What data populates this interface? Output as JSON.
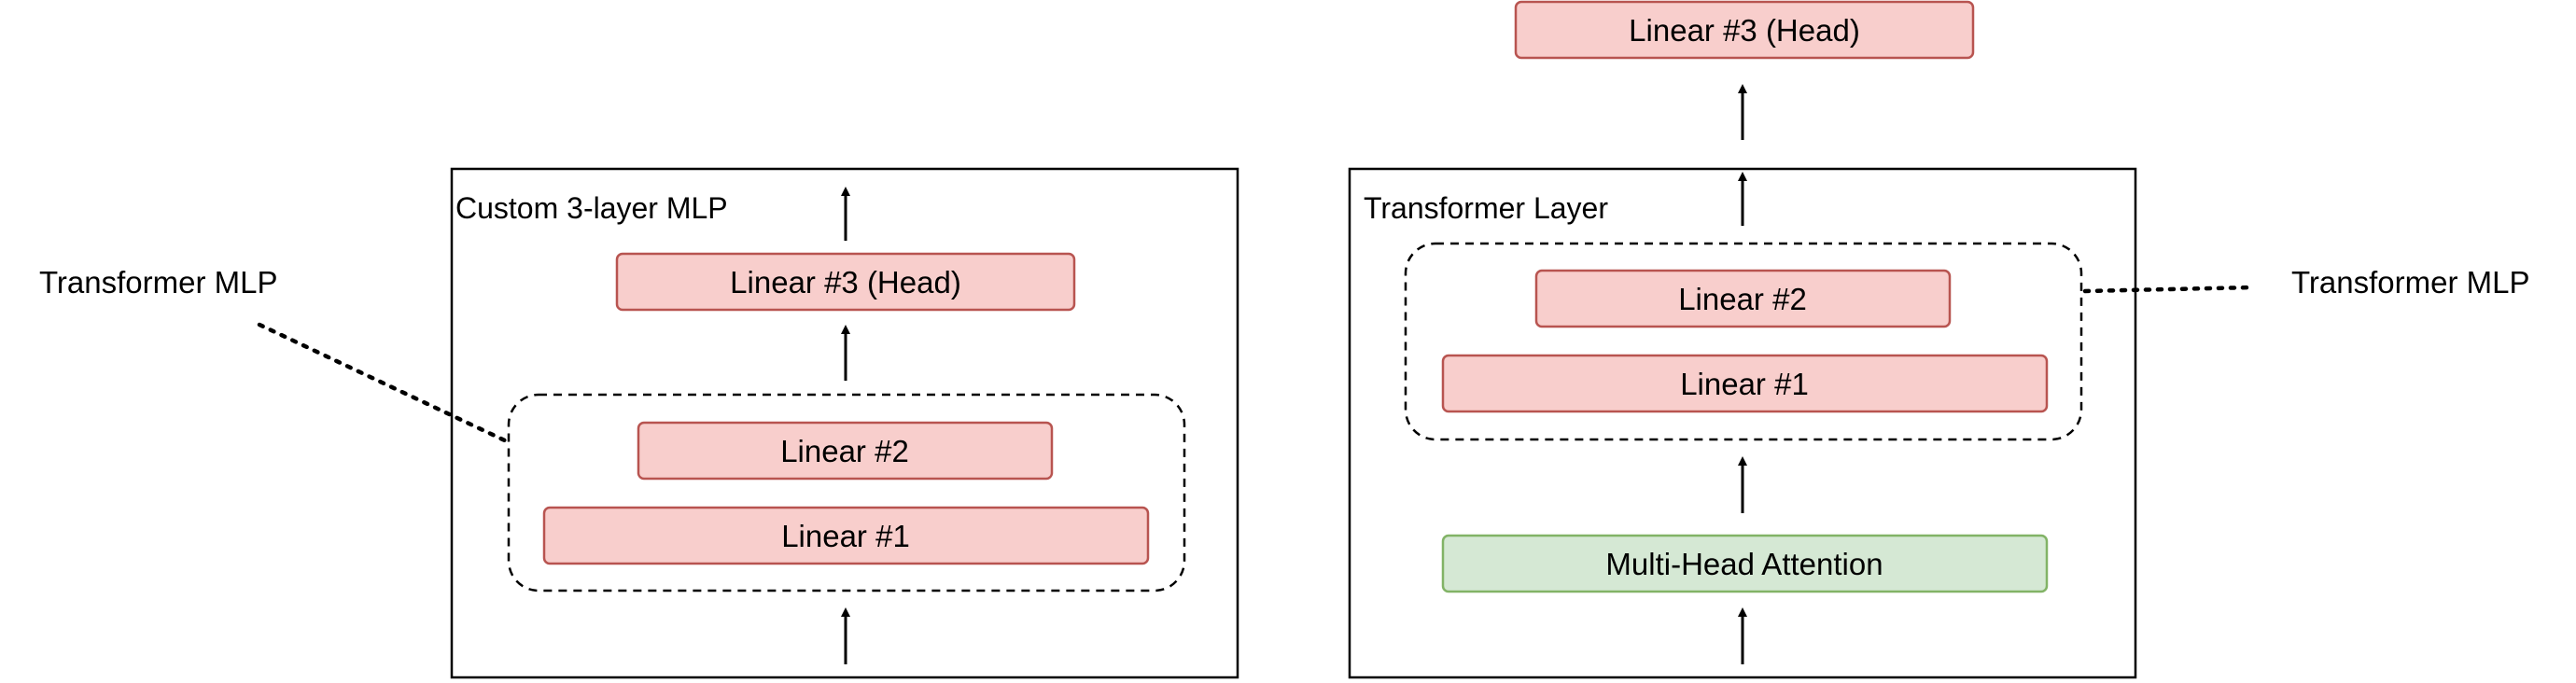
{
  "left_panel": {
    "title": "Custom 3-layer MLP",
    "callout_label": "Transformer MLP",
    "blocks": {
      "head": "Linear #3 (Head)",
      "linear2": "Linear #2",
      "linear1": "Linear #1"
    }
  },
  "right_panel": {
    "title": "Transformer Layer",
    "callout_label": "Transformer MLP",
    "blocks": {
      "head": "Linear #3 (Head)",
      "linear2": "Linear #2",
      "linear1": "Linear #1",
      "attention": "Multi-Head Attention"
    }
  },
  "colors": {
    "linear_fill": "#f8cecc",
    "linear_stroke": "#b85450",
    "attention_fill": "#d5e8d4",
    "attention_stroke": "#82b366",
    "line": "#000000"
  }
}
